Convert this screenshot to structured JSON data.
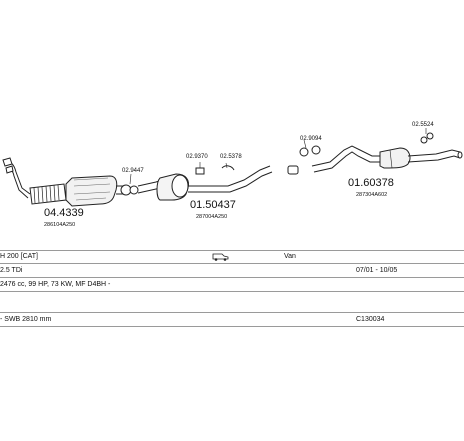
{
  "parts": {
    "cat_main": "04.4339",
    "cat_sub": "286104A250",
    "p1_main": "01.50437",
    "p1_sub": "287004A250",
    "p2_main": "01.60378",
    "p2_sub": "287304A602",
    "ref_a": "02.9447",
    "ref_b": "02.9370",
    "ref_c": "02.5378",
    "ref_d": "02.9094",
    "ref_e": "02.5524"
  },
  "info": {
    "row1_model": "H 200 [CAT]",
    "row1_type": "Van",
    "row2_engine": "2.5 TDi",
    "row2_dates": "07/01 - 10/05",
    "row3_specs": "2476 cc, 99 HP, 73 KW, MF D4BH -",
    "row4_body": "- SWB 2810 mm",
    "row4_code": "C130034"
  },
  "icons": {
    "vehicle": "van-side-icon"
  }
}
